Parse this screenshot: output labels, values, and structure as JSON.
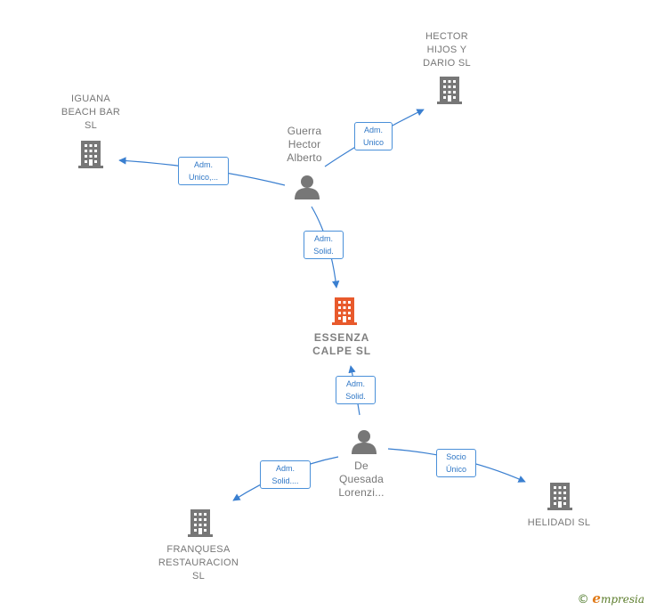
{
  "colors": {
    "edge": "#3a7fd0",
    "building": "#777777",
    "building_main": "#e85a2c",
    "person": "#777777"
  },
  "nodes": {
    "main_company": {
      "lines": [
        "ESSENZA",
        "CALPE  SL"
      ],
      "icon": "building-icon"
    },
    "hector_hijos": {
      "lines": [
        "HECTOR",
        "HIJOS Y",
        "DARIO SL"
      ],
      "icon": "building-icon"
    },
    "iguana": {
      "lines": [
        "IGUANA",
        "BEACH BAR",
        "SL"
      ],
      "icon": "building-icon"
    },
    "helidadi": {
      "lines": [
        "HELIDADI  SL"
      ],
      "icon": "building-icon"
    },
    "franquesa": {
      "lines": [
        "FRANQUESA",
        "RESTAURACION",
        "SL"
      ],
      "icon": "building-icon"
    },
    "guerra": {
      "lines": [
        "Guerra",
        "Hector",
        "Alberto"
      ],
      "icon": "person-icon"
    },
    "de_quesada": {
      "lines": [
        "De",
        "Quesada",
        "Lorenzi..."
      ],
      "icon": "person-icon"
    }
  },
  "edges": {
    "guerra_hector": {
      "lines": [
        "Adm.",
        "Unico"
      ]
    },
    "guerra_iguana": {
      "lines": [
        "Adm.",
        "Unico,..."
      ]
    },
    "guerra_essenza": {
      "lines": [
        "Adm.",
        "Solid."
      ]
    },
    "quesada_essenza": {
      "lines": [
        "Adm.",
        "Solid."
      ]
    },
    "quesada_helidadi": {
      "lines": [
        "Socio",
        "Único"
      ]
    },
    "quesada_franquesa": {
      "lines": [
        "Adm.",
        "Solid...."
      ]
    }
  },
  "footer": {
    "copyright": "©",
    "brand_initial": "e",
    "brand_rest": "mpresia"
  }
}
